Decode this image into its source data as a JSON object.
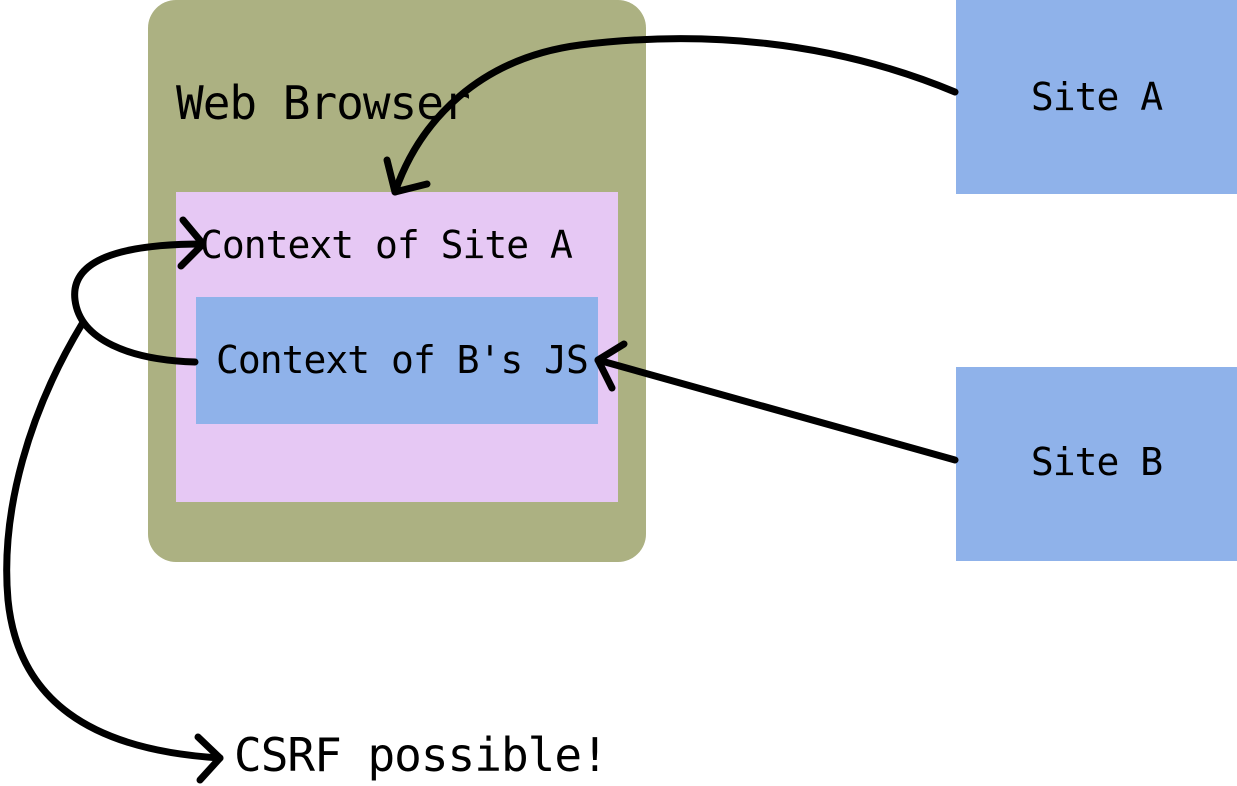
{
  "diagram": {
    "colors": {
      "browser": "#acb182",
      "context_a": "#e6c8f4",
      "context_b": "#8fb2ea",
      "site": "#8fb2ea",
      "stroke": "#000000"
    },
    "nodes": {
      "web_browser": {
        "label": "Web Browser"
      },
      "context_site_a": {
        "label": "Context of Site A"
      },
      "context_b_js": {
        "label": "Context of B's JS"
      },
      "site_a": {
        "label": "Site A"
      },
      "site_b": {
        "label": "Site B"
      },
      "csrf_note": {
        "label": "CSRF possible!"
      }
    },
    "edges": [
      {
        "from": "site_a",
        "to": "context_site_a"
      },
      {
        "from": "site_b",
        "to": "context_b_js"
      },
      {
        "from": "context_b_js",
        "to": "context_site_a"
      },
      {
        "from": "context_b_js",
        "to": "csrf_note"
      }
    ]
  }
}
